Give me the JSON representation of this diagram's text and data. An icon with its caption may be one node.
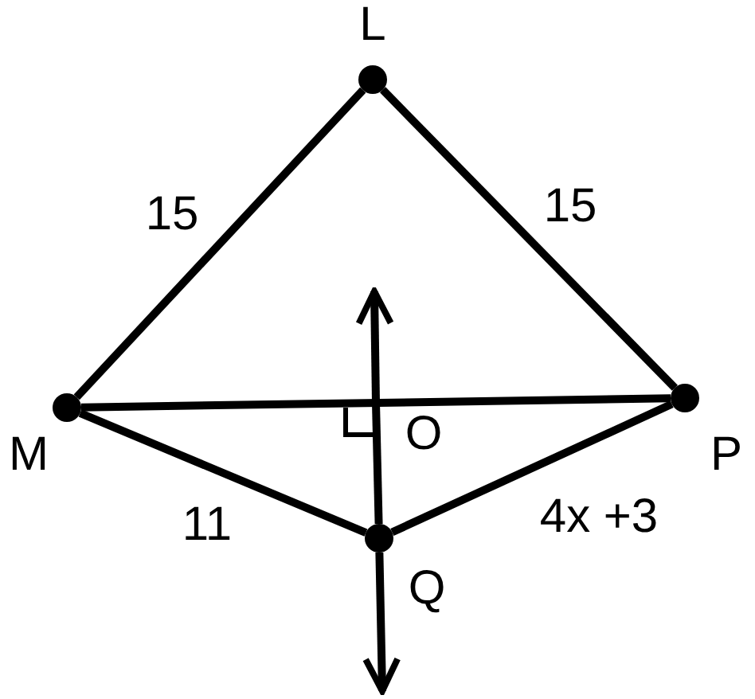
{
  "diagram": {
    "nodes": [
      {
        "text": [
          "L"
        ]
      },
      {
        "text": [
          "M"
        ]
      },
      {
        "text": [
          "O"
        ]
      },
      {
        "text": [
          "P"
        ]
      },
      {
        "text": [
          "Q"
        ]
      }
    ],
    "edges": [
      {
        "from": 0,
        "to": 1,
        "arrow": "none",
        "label": "15"
      },
      {
        "from": 0,
        "to": 3,
        "arrow": "none",
        "label": "15"
      },
      {
        "from": 1,
        "to": 3,
        "arrow": "none"
      },
      {
        "from": 1,
        "to": 4,
        "arrow": "none",
        "label": "11"
      },
      {
        "from": 3,
        "to": 4,
        "arrow": "none",
        "label": "4x +3"
      },
      {
        "from": 2,
        "to": null,
        "arrow": "to"
      },
      {
        "from": 2,
        "to": 4,
        "arrow": "none"
      },
      {
        "from": 4,
        "to": null,
        "arrow": "to"
      }
    ]
  }
}
